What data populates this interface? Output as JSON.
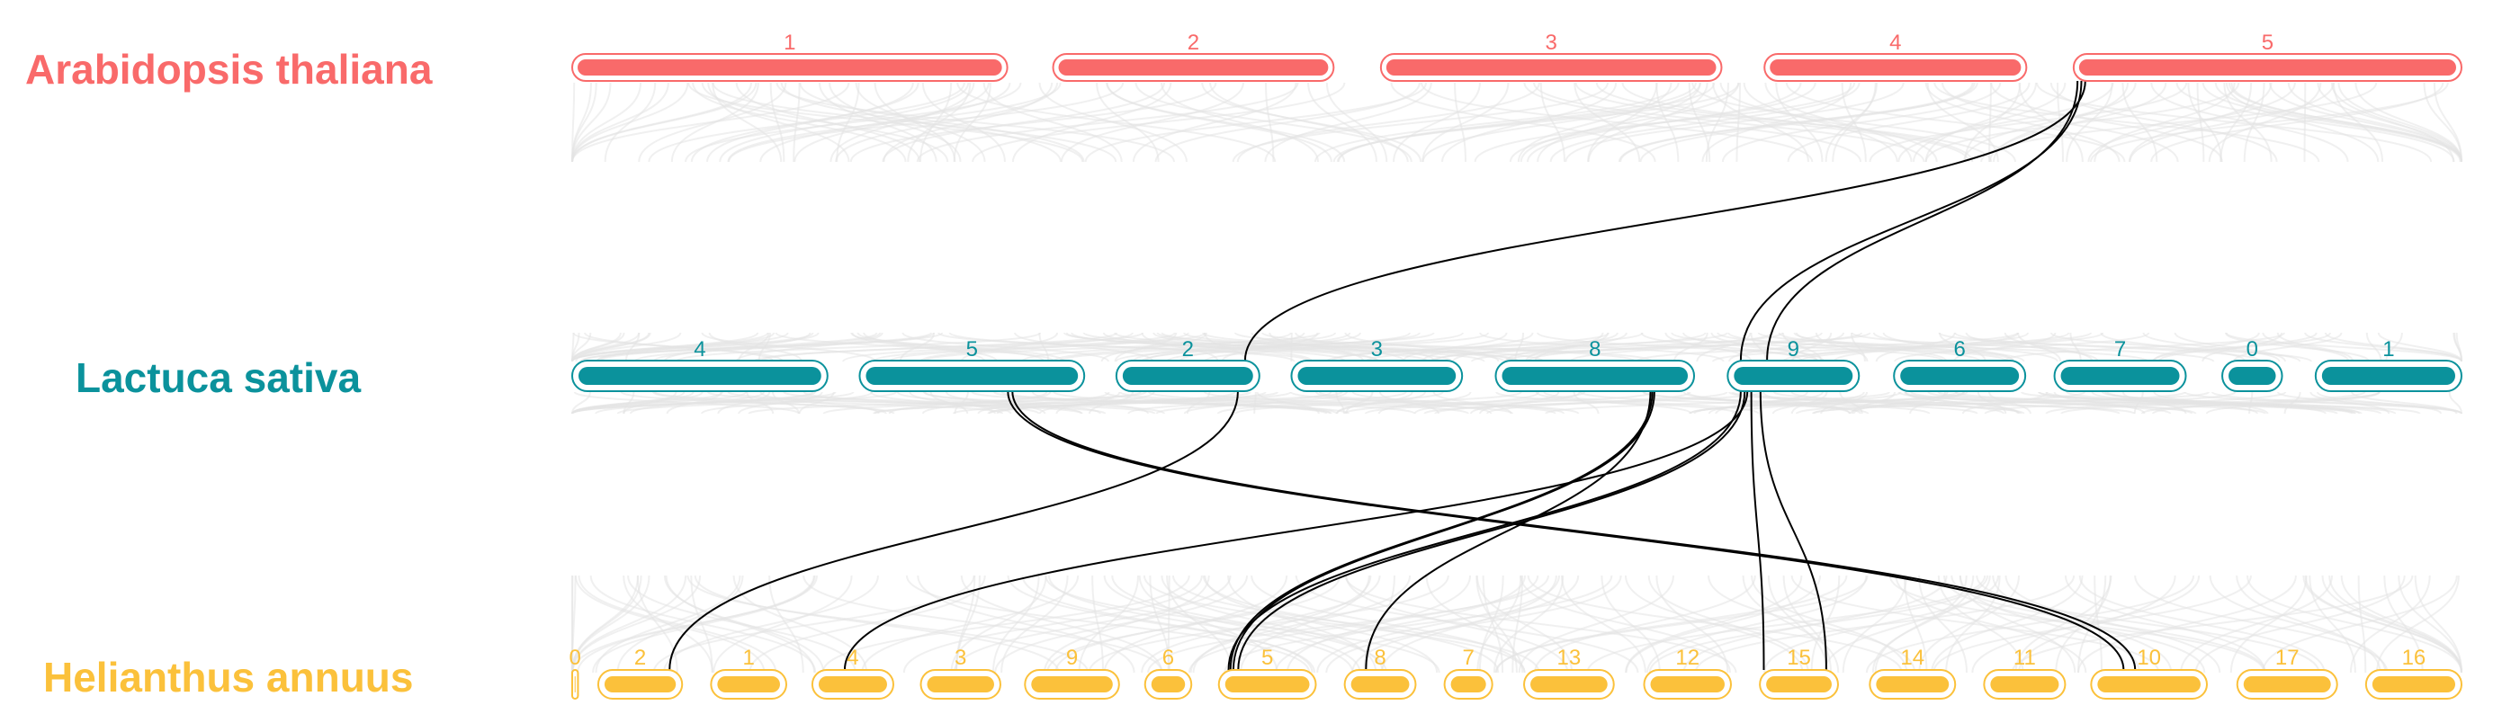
{
  "colors": {
    "arabidopsis": "#f96a6a",
    "lactuca": "#0b929c",
    "helianthus": "#fbc13b",
    "background_links": "#e4e4e4",
    "highlight_links": "#000000"
  },
  "species": [
    {
      "key": "arabidopsis",
      "name": "Arabidopsis thaliana",
      "chromosomes": [
        {
          "label": "1",
          "start": 0,
          "end": 30.4
        },
        {
          "label": "2",
          "start": 33.6,
          "end": 53.2
        },
        {
          "label": "3",
          "start": 56.5,
          "end": 80.3
        },
        {
          "label": "4",
          "start": 83.3,
          "end": 101.6
        },
        {
          "label": "5",
          "start": 104.9,
          "end": 132.0
        }
      ]
    },
    {
      "key": "lactuca",
      "name": "Lactuca sativa",
      "chromosomes": [
        {
          "label": "4",
          "start": 0,
          "end": 17.5
        },
        {
          "label": "5",
          "start": 19.7,
          "end": 35.1
        },
        {
          "label": "2",
          "start": 37.3,
          "end": 47.1
        },
        {
          "label": "3",
          "start": 49.3,
          "end": 61.0
        },
        {
          "label": "8",
          "start": 63.3,
          "end": 76.9
        },
        {
          "label": "9",
          "start": 79.2,
          "end": 88.2
        },
        {
          "label": "6",
          "start": 90.6,
          "end": 99.6
        },
        {
          "label": "7",
          "start": 101.6,
          "end": 110.6
        },
        {
          "label": "0",
          "start": 113.1,
          "end": 117.2
        },
        {
          "label": "1",
          "start": 119.5,
          "end": 129.5
        }
      ]
    },
    {
      "key": "helianthus",
      "name": "Helianthus annuus",
      "chromosomes": [
        {
          "label": "0",
          "start": 0,
          "end": 0.4
        },
        {
          "label": "2",
          "start": 1.8,
          "end": 7.6
        },
        {
          "label": "1",
          "start": 9.6,
          "end": 14.8
        },
        {
          "label": "4",
          "start": 16.6,
          "end": 22.2
        },
        {
          "label": "3",
          "start": 24.1,
          "end": 29.6
        },
        {
          "label": "9",
          "start": 31.3,
          "end": 37.8
        },
        {
          "label": "6",
          "start": 39.6,
          "end": 42.8
        },
        {
          "label": "5",
          "start": 44.7,
          "end": 51.4
        },
        {
          "label": "8",
          "start": 53.4,
          "end": 58.3
        },
        {
          "label": "7",
          "start": 60.3,
          "end": 63.6
        },
        {
          "label": "13",
          "start": 65.8,
          "end": 72.0
        },
        {
          "label": "12",
          "start": 74.1,
          "end": 80.1
        },
        {
          "label": "15",
          "start": 82.1,
          "end": 87.5
        },
        {
          "label": "14",
          "start": 89.7,
          "end": 95.6
        },
        {
          "label": "11",
          "start": 97.6,
          "end": 103.2
        },
        {
          "label": "10",
          "start": 105.0,
          "end": 113.0
        },
        {
          "label": "17",
          "start": 115.1,
          "end": 122.0
        },
        {
          "label": "16",
          "start": 124.0,
          "end": 130.6
        }
      ]
    }
  ],
  "highlight_links": [
    {
      "from": [
        "arabidopsis",
        "5",
        0.03
      ],
      "to": [
        "lactuca",
        "2",
        0.9
      ]
    },
    {
      "from": [
        "arabidopsis",
        "5",
        0.02
      ],
      "to": [
        "lactuca",
        "9",
        0.1
      ]
    },
    {
      "from": [
        "arabidopsis",
        "5",
        0.01
      ],
      "to": [
        "lactuca",
        "9",
        0.3
      ]
    },
    {
      "from": [
        "lactuca",
        "2",
        0.85
      ],
      "to": [
        "helianthus",
        "2",
        0.85
      ]
    },
    {
      "from": [
        "lactuca",
        "5",
        0.66
      ],
      "to": [
        "helianthus",
        "10",
        0.28
      ]
    },
    {
      "from": [
        "lactuca",
        "5",
        0.68
      ],
      "to": [
        "helianthus",
        "10",
        0.38
      ]
    },
    {
      "from": [
        "lactuca",
        "8",
        0.8
      ],
      "to": [
        "helianthus",
        "5",
        0.15
      ]
    },
    {
      "from": [
        "lactuca",
        "8",
        0.79
      ],
      "to": [
        "helianthus",
        "5",
        0.12
      ]
    },
    {
      "from": [
        "lactuca",
        "8",
        0.78
      ],
      "to": [
        "helianthus",
        "8",
        0.3
      ]
    },
    {
      "from": [
        "lactuca",
        "9",
        0.15
      ],
      "to": [
        "helianthus",
        "4",
        0.4
      ]
    },
    {
      "from": [
        "lactuca",
        "9",
        0.13
      ],
      "to": [
        "helianthus",
        "5",
        0.2
      ]
    },
    {
      "from": [
        "lactuca",
        "9",
        0.1
      ],
      "to": [
        "helianthus",
        "5",
        0.1
      ]
    },
    {
      "from": [
        "lactuca",
        "9",
        0.18
      ],
      "to": [
        "helianthus",
        "15",
        0.05
      ]
    },
    {
      "from": [
        "lactuca",
        "9",
        0.25
      ],
      "to": [
        "helianthus",
        "15",
        0.85
      ]
    }
  ]
}
